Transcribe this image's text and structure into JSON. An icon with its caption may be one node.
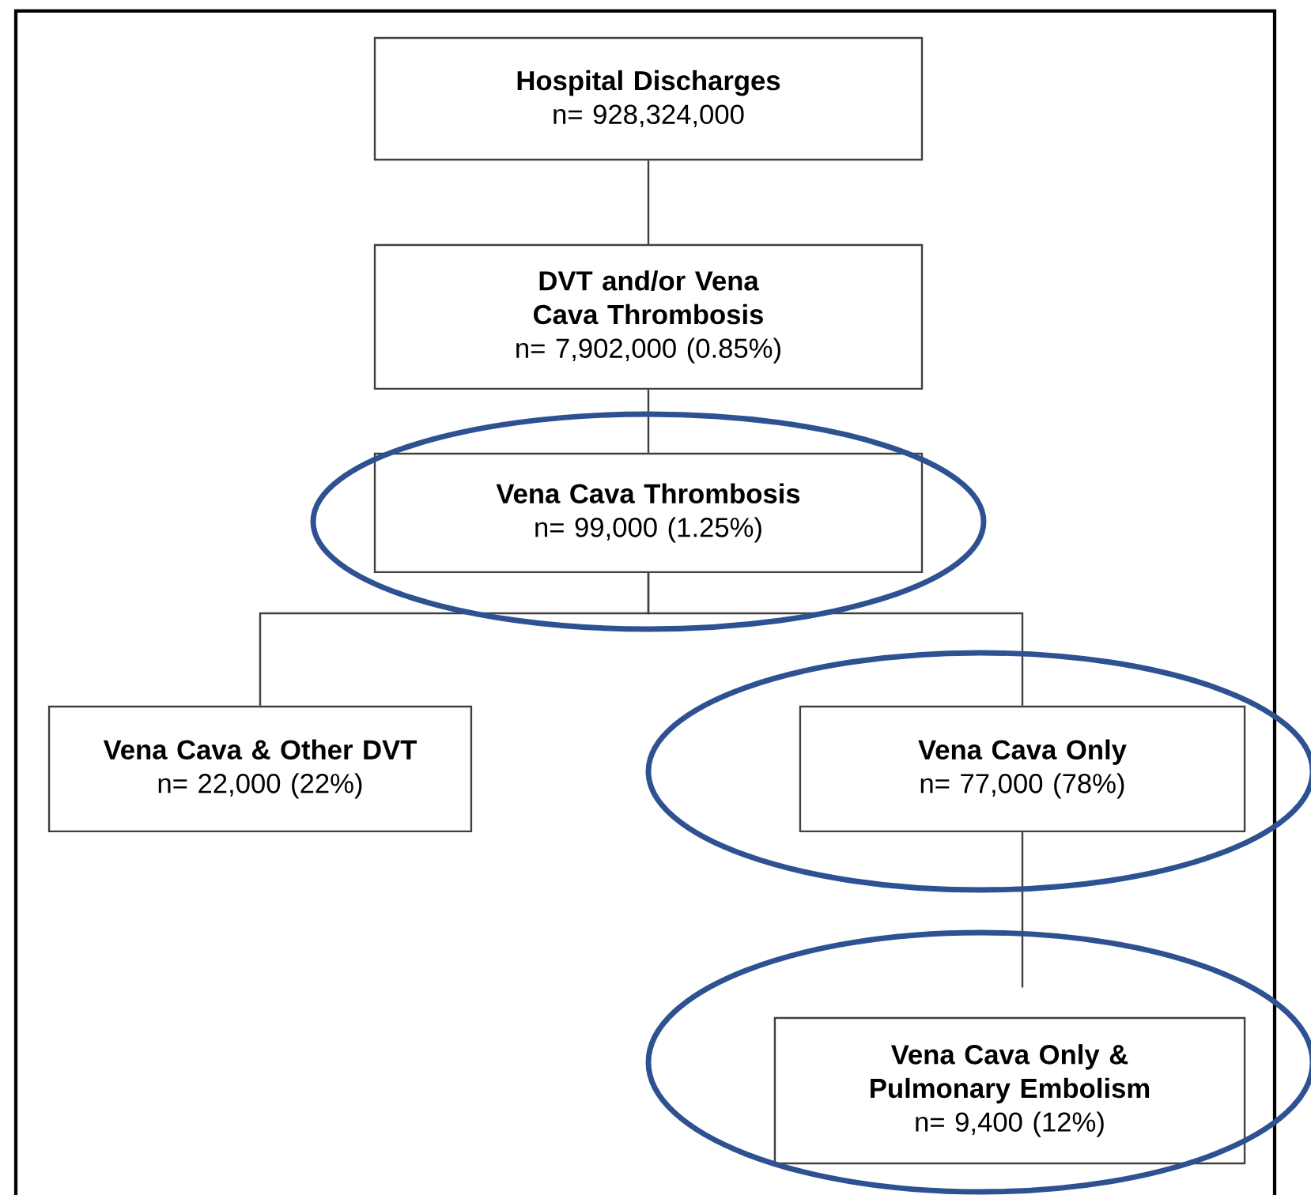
{
  "diagram": {
    "nodes": [
      {
        "text": [
          "Hospital Discharges",
          "n= 928,324,000"
        ]
      },
      {
        "text": [
          "DVT and/or Vena Cava Thrombosis",
          "n= 7,902,000 (0.85%)"
        ]
      },
      {
        "text": [
          "Vena Cava Thrombosis",
          "n= 99,000 (1.25%)"
        ]
      },
      {
        "text": [
          "Vena Cava & Other DVT",
          "n= 22,000 (22%)"
        ]
      },
      {
        "text": [
          "Vena Cava Only",
          "n= 77,000 (78%)"
        ]
      },
      {
        "text": [
          "Vena Cava Only & Pulmonary Embolism",
          "n= 9,400 (12%)"
        ]
      }
    ],
    "edges": [
      {
        "from": 0,
        "to": 1,
        "arrow": "none"
      },
      {
        "from": 1,
        "to": 2,
        "arrow": "none"
      },
      {
        "from": 2,
        "to": 3,
        "arrow": "none"
      },
      {
        "from": 2,
        "to": 4,
        "arrow": "none"
      },
      {
        "from": 4,
        "to": 5,
        "arrow": "none"
      }
    ]
  }
}
